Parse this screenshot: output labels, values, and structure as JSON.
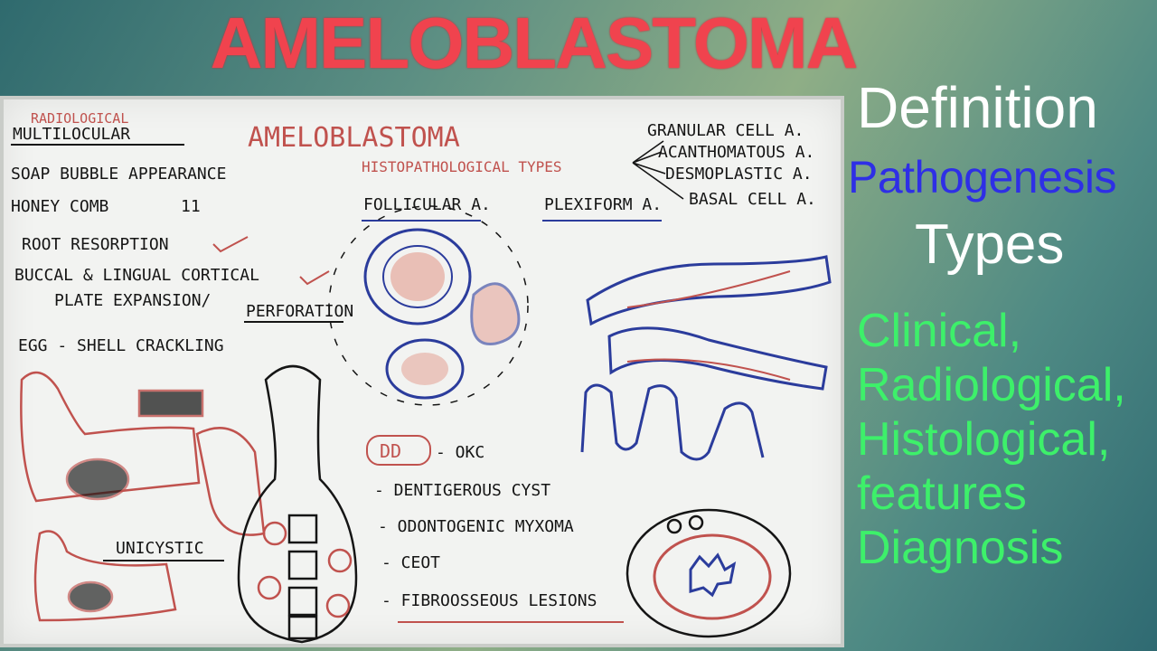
{
  "headline": "AMELOBLASTOMA",
  "board": {
    "radio_label": "RADIOLOGICAL",
    "multilocular": "MULTILOCULAR",
    "center_title": "AMELOBLASTOMA",
    "histo_types_label": "HISTOPATHOLOGICAL TYPES",
    "histo_types": [
      "GRANULAR CELL A.",
      "ACANTHOMATOUS A.",
      "DESMOPLASTIC A.",
      "BASAL CELL A."
    ],
    "radio_features": [
      "SOAP BUBBLE APPEARANCE",
      "HONEY COMB",
      "ROOT RESORPTION",
      "BUCCAL & LINGUAL CORTICAL",
      "PLATE EXPANSION/",
      "PERFORATION",
      "EGG - SHELL CRACKLING"
    ],
    "ditto_mark": "11",
    "follicular": "FOLLICULAR A.",
    "plexiform": "PLEXIFORM A.",
    "unicystic": "UNICYSTIC",
    "dd_label": "DD",
    "dd_items": [
      "- OKC",
      "- DENTIGEROUS CYST",
      "- ODONTOGENIC MYXOMA",
      "- CEOT",
      "- FIBROOSSEOUS LESIONS"
    ]
  },
  "side_topics": {
    "definition": "Definition",
    "pathogenesis": "Pathogenesis",
    "types": "Types",
    "features": [
      "Clinical,",
      "Radiological,",
      "Histological,",
      "features",
      "Diagnosis"
    ]
  },
  "colors": {
    "headline": "#f0434e",
    "blue_topic": "#2e2fe6",
    "green_topic": "#3df06a",
    "marker_red": "#c0524e",
    "marker_blue": "#2b3c9c"
  }
}
